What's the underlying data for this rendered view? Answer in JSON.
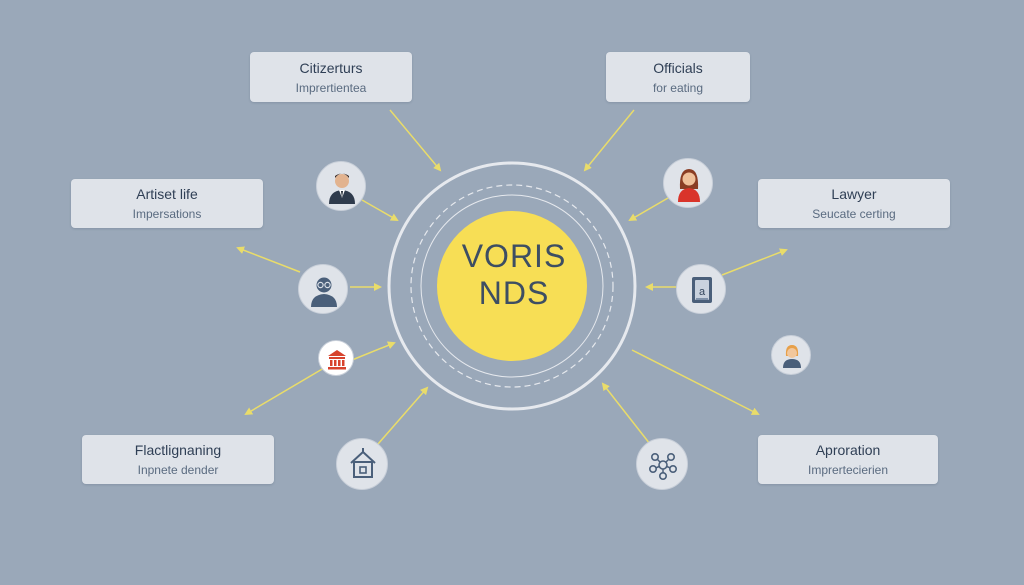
{
  "hub": {
    "line1": "VORIS",
    "line2": "NDS"
  },
  "boxes": [
    {
      "title": "Citizerturs",
      "subtitle": "Imprertientea"
    },
    {
      "title": "Officials",
      "subtitle": "for eating"
    },
    {
      "title": "Artiset life",
      "subtitle": "Impersations"
    },
    {
      "title": "Lawyer",
      "subtitle": "Seucate certing"
    },
    {
      "title": "Flactlignaning",
      "subtitle": "Inpnete dender"
    },
    {
      "title": "Aproration",
      "subtitle": "Imprertecierien"
    }
  ],
  "icons": [
    "businessman-icon",
    "woman-icon",
    "scholar-icon",
    "document-icon",
    "bank-icon",
    "user-icon",
    "house-icon",
    "network-icon"
  ],
  "colors": {
    "background": "#9aa8b9",
    "hub": "#f7de55",
    "arrow": "#e9dc6a",
    "box": "#dfe3e9"
  }
}
